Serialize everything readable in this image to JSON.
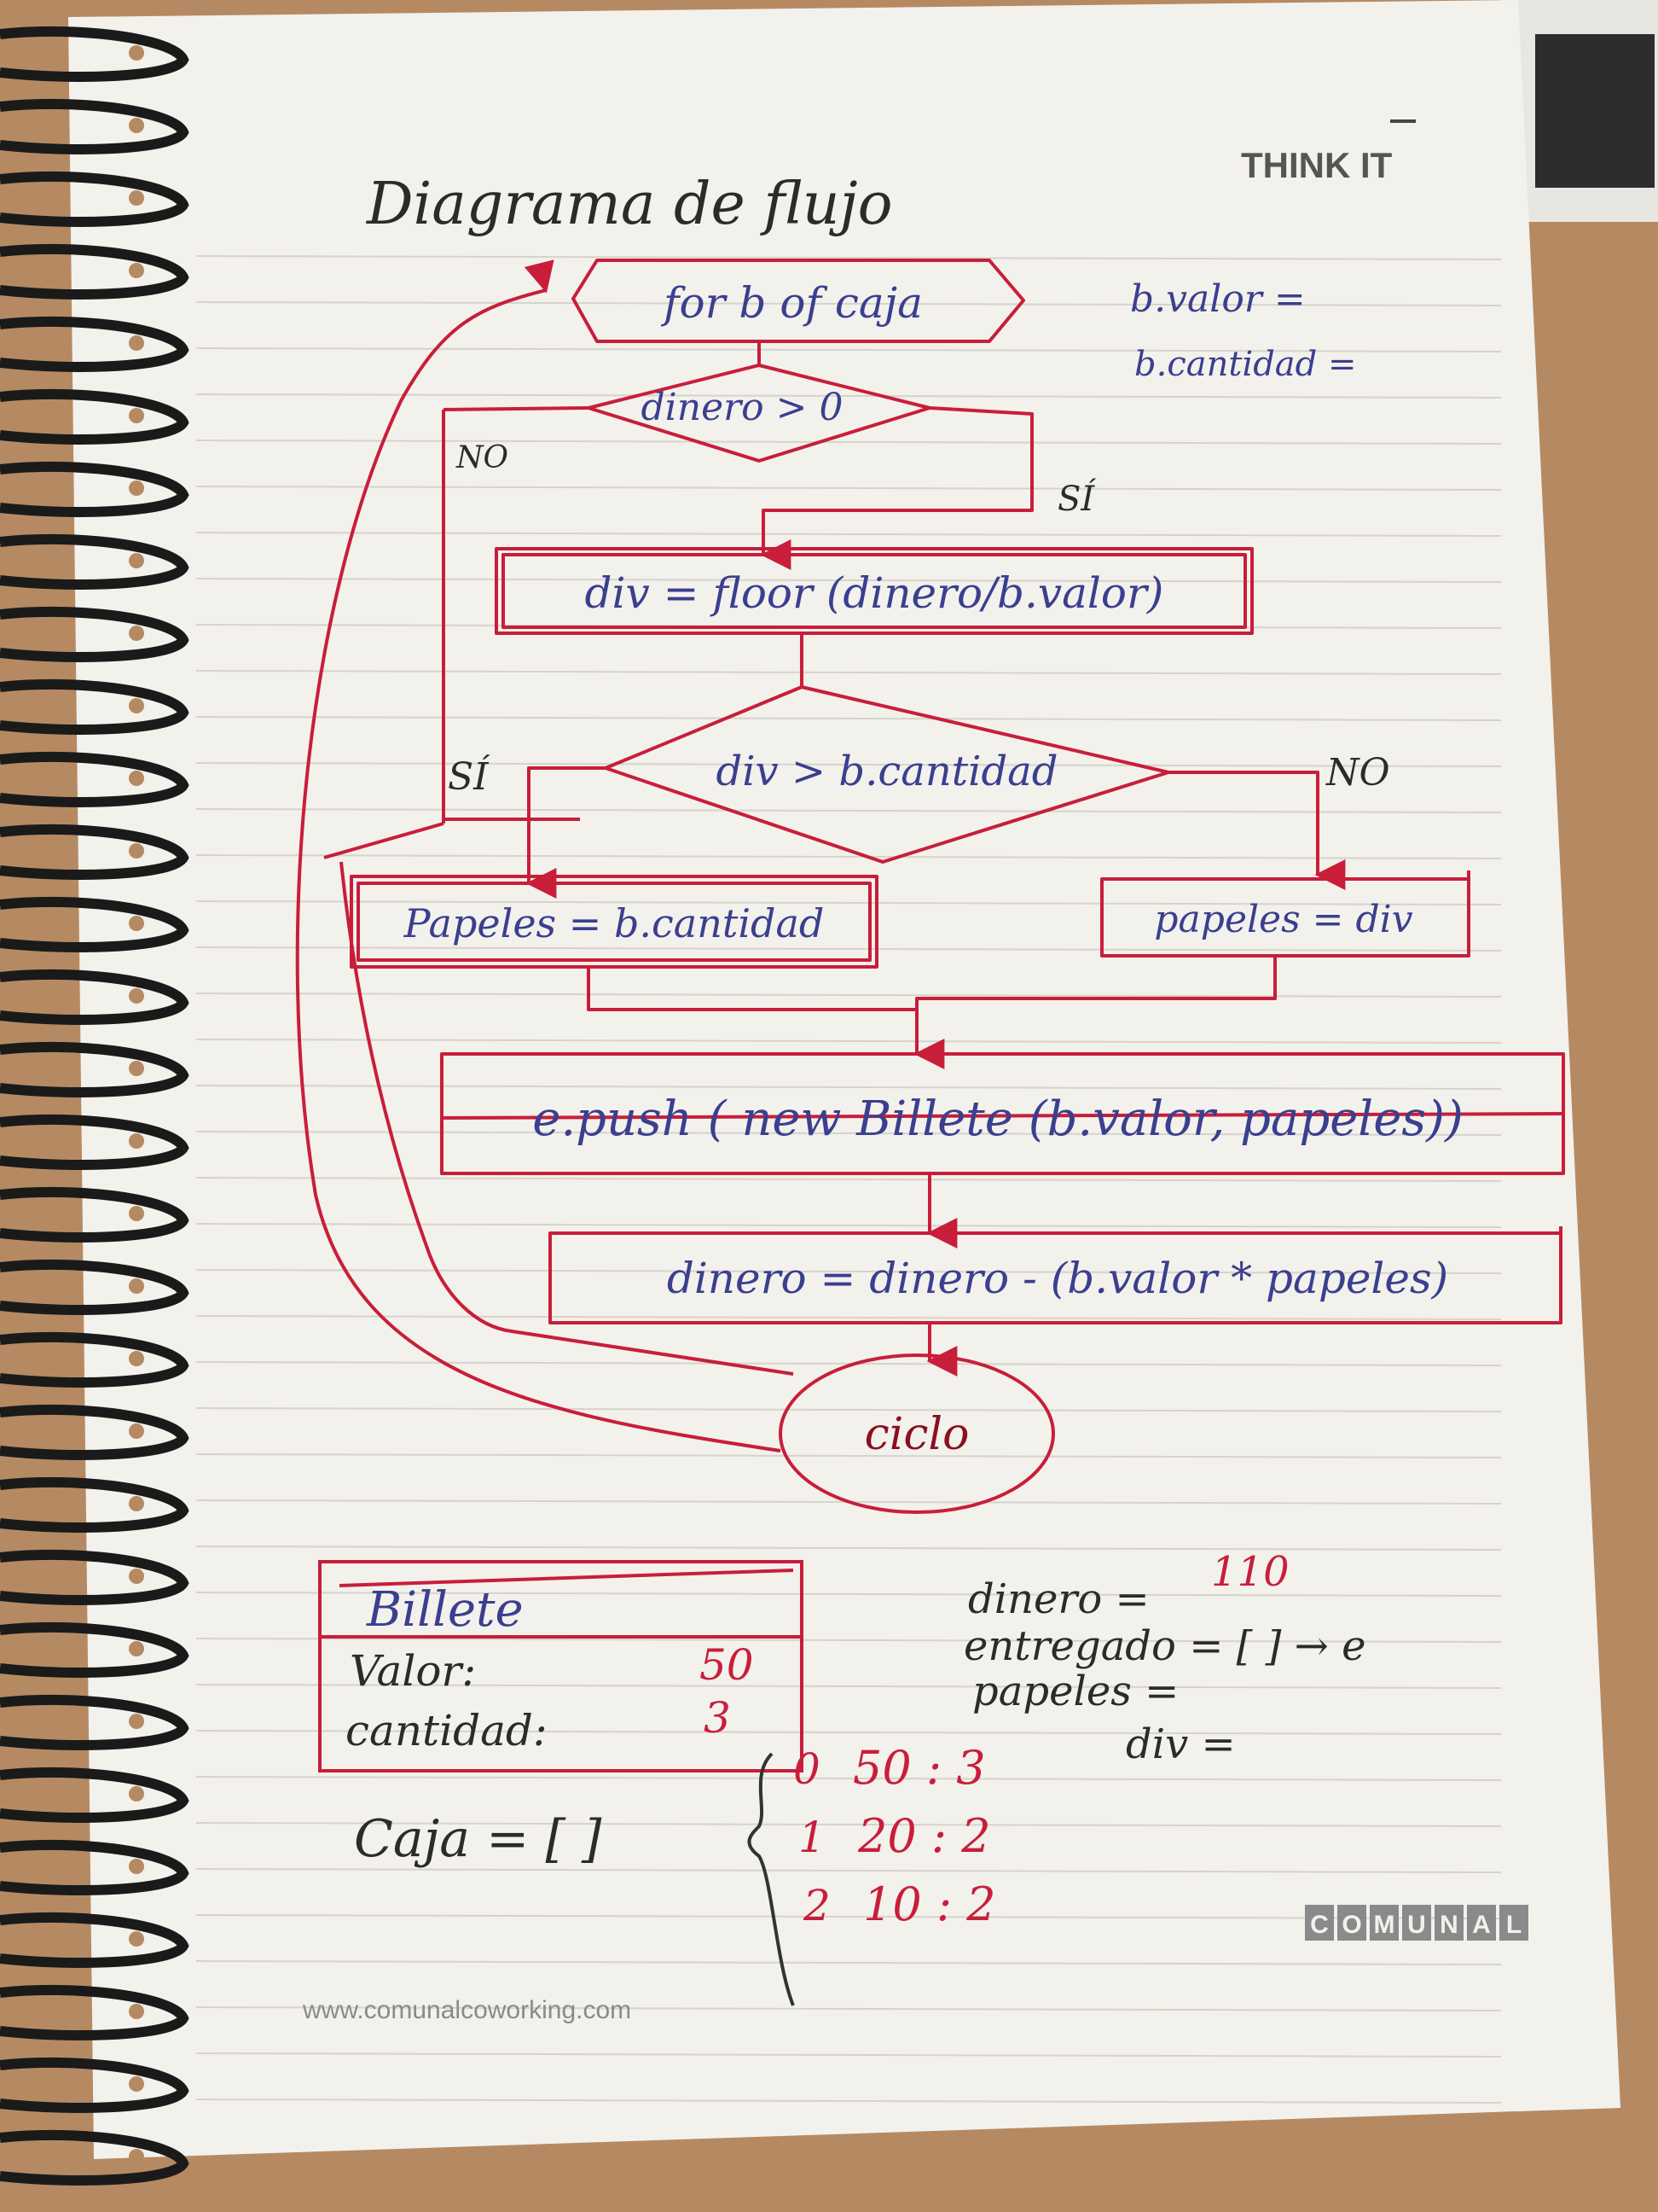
{
  "header": {
    "brand_tag": "THINK IT",
    "title": "Diagrama de flujo"
  },
  "notes_top": {
    "line1": "b.valor =",
    "line2": "b.cantidad ="
  },
  "flowchart": {
    "loop": "for b of caja",
    "decision1": "dinero > 0",
    "decision1_no": "NO",
    "decision1_yes": "SÍ",
    "process_div": "div = floor (dinero/b.valor)",
    "decision2": "div > b.cantidad",
    "decision2_yes": "SÍ",
    "decision2_no": "NO",
    "process_papeles_a": "Papeles = b.cantidad",
    "process_papeles_b": "papeles = div",
    "process_push": "e.push ( new Billete (b.valor, papeles))",
    "process_dinero": "dinero = dinero - (b.valor * papeles)",
    "end": "ciclo"
  },
  "billete_box": {
    "title": "Billete",
    "valor_label": "Valor:",
    "valor_value": "50",
    "cantidad_label": "cantidad:",
    "cantidad_value": "3"
  },
  "caja": "Caja = [ ]",
  "caja_items": [
    {
      "index": "0",
      "text": "50 : 3"
    },
    {
      "index": "1",
      "text": "20 : 2"
    },
    {
      "index": "2",
      "text": "10 : 2"
    }
  ],
  "vars": {
    "dinero_label": "dinero =",
    "dinero_value": "110",
    "entregado": "entregado = [ ] → e",
    "papeles": "papeles =",
    "div": "div ="
  },
  "footer": {
    "url": "www.comunalcoworking.com",
    "brand": [
      "C",
      "O",
      "M",
      "U",
      "N",
      "A",
      "L"
    ]
  },
  "colors": {
    "paper": "#f3f1ec",
    "rule_line": "#d6d3cc",
    "red_ink": "#c81e3a",
    "blue_ink": "#3a3f8f",
    "spiral": "#1a1a1a",
    "table": "#b58a63"
  }
}
